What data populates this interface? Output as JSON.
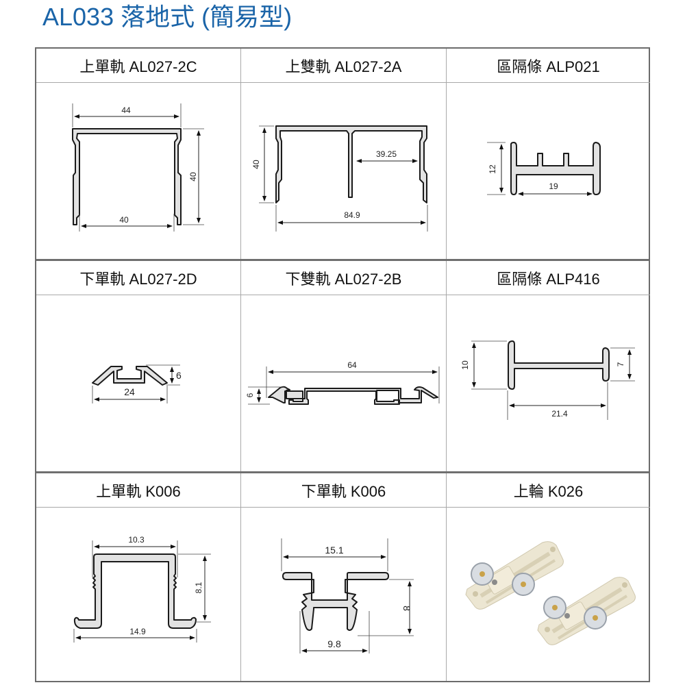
{
  "page": {
    "title": "AL033 落地式 (簡易型)",
    "title_color": "#1a64a8"
  },
  "table": {
    "rows": [
      {
        "cells": [
          {
            "label": "上單軌 AL027-2C",
            "dims": {
              "top_width": "44",
              "inner_width": "40",
              "height": "40"
            }
          },
          {
            "label": "上雙軌 AL027-2A",
            "dims": {
              "height": "40",
              "channel_width": "39.25",
              "total_width": "84.9"
            }
          },
          {
            "label": "區隔條 ALP021",
            "dims": {
              "height": "12",
              "width": "19"
            }
          }
        ]
      },
      {
        "cells": [
          {
            "label": "下單軌 AL027-2D",
            "dims": {
              "height": "6",
              "width": "24"
            }
          },
          {
            "label": "下雙軌 AL027-2B",
            "dims": {
              "width": "64",
              "height": "6"
            }
          },
          {
            "label": "區隔條 ALP416",
            "dims": {
              "left_height": "10",
              "right_height": "7",
              "width": "21.4"
            }
          }
        ]
      },
      {
        "cells": [
          {
            "label": "上單軌 K006",
            "dims": {
              "top_width": "10.3",
              "height": "8.1",
              "bottom_width": "14.9"
            }
          },
          {
            "label": "下單軌 K006",
            "dims": {
              "top_width": "15.1",
              "height": "8",
              "bottom_width": "9.8"
            }
          },
          {
            "label": "上輪 K026",
            "image": "roller-wheel-product-photo"
          }
        ]
      }
    ]
  }
}
